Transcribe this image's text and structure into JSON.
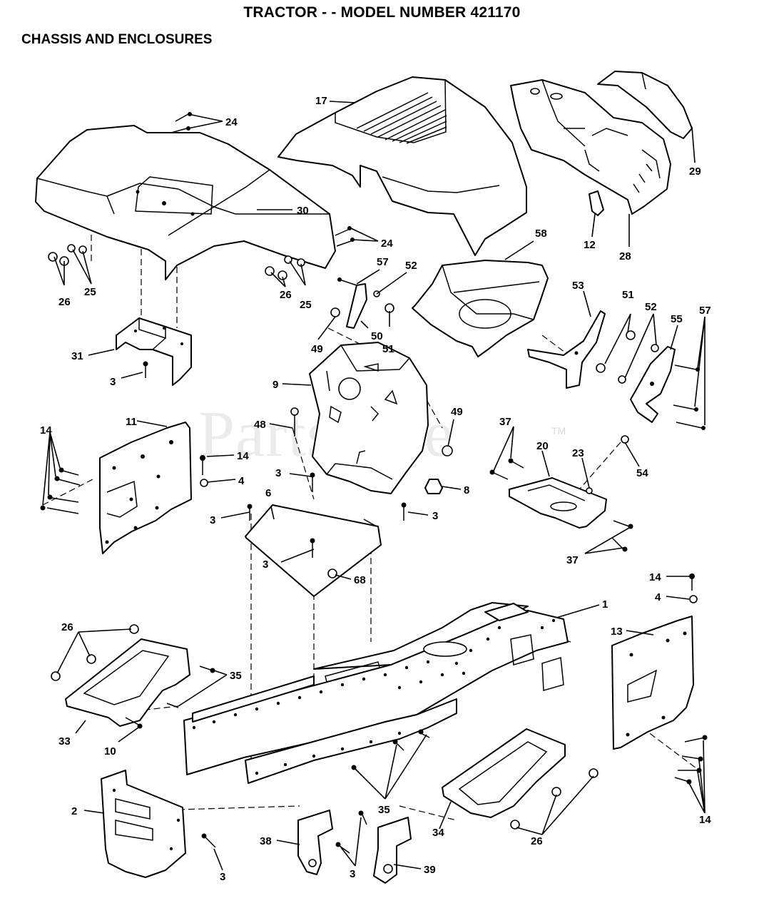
{
  "title": "TRACTOR - - MODEL NUMBER 421170",
  "subtitle": "CHASSIS AND ENCLOSURES",
  "watermark": "PartsTree",
  "watermark_tm": "TM",
  "labels": {
    "p1": "1",
    "p2": "2",
    "p3a": "3",
    "p3b": "3",
    "p3c": "3",
    "p3d": "3",
    "p3e": "3",
    "p3f": "3",
    "p3g": "3",
    "p4a": "4",
    "p4b": "4",
    "p6": "6",
    "p8": "8",
    "p9": "9",
    "p10": "10",
    "p11": "11",
    "p12": "12",
    "p13": "13",
    "p14a": "14",
    "p14b": "14",
    "p14c": "14",
    "p14d": "14",
    "p17": "17",
    "p20": "20",
    "p23": "23",
    "p24a": "24",
    "p24b": "24",
    "p25a": "25",
    "p25b": "25",
    "p26a": "26",
    "p26b": "26",
    "p26c": "26",
    "p26d": "26",
    "p28": "28",
    "p29": "29",
    "p30": "30",
    "p31": "31",
    "p33": "33",
    "p34": "34",
    "p35a": "35",
    "p35b": "35",
    "p37a": "37",
    "p37b": "37",
    "p38": "38",
    "p39": "39",
    "p48": "48",
    "p49a": "49",
    "p49b": "49",
    "p50": "50",
    "p51a": "51",
    "p51b": "51",
    "p52a": "52",
    "p52b": "52",
    "p53": "53",
    "p54": "54",
    "p55": "55",
    "p57a": "57",
    "p57b": "57",
    "p58": "58",
    "p68": "68"
  }
}
